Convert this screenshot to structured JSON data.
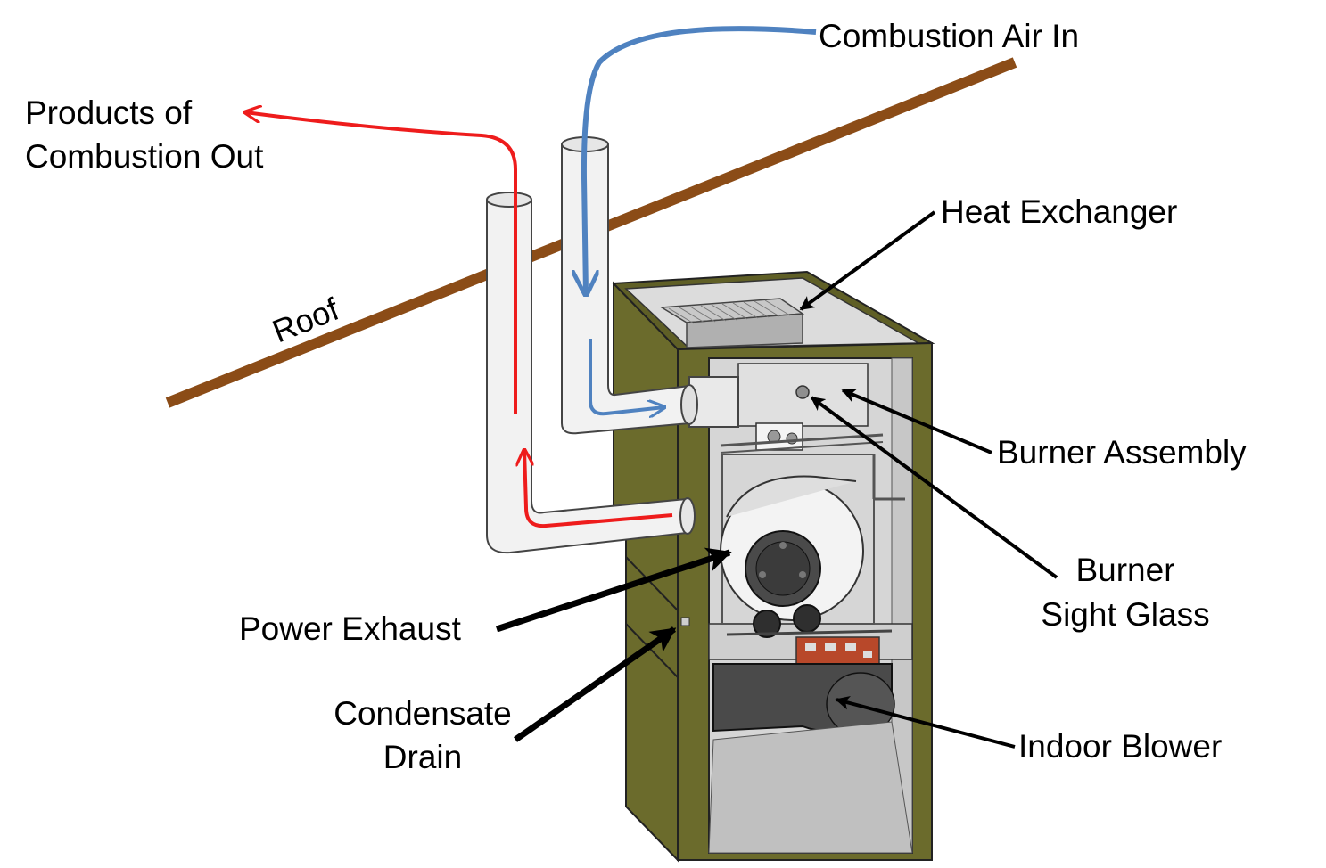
{
  "labels": {
    "combustion_air_in": "Combustion Air In",
    "products_line1": "Products of",
    "products_line2": "Combustion Out",
    "roof": "Roof",
    "heat_exchanger": "Heat Exchanger",
    "burner_assembly": "Burner Assembly",
    "burner_line1": "Burner",
    "burner_line2": "Sight Glass",
    "power_exhaust": "Power Exhaust",
    "condensate_line1": "Condensate",
    "condensate_line2": "Drain",
    "indoor_blower": "Indoor Blower"
  },
  "colors": {
    "roof": "#8B4C17",
    "exhaust_flow": "#ee1c1c",
    "intake_flow": "#4f82c0",
    "cabinet": "#6b6b2c",
    "cabinet_dark": "#4d4d1d",
    "pipe": "#f2f2f2",
    "interior": "#d9d9d9"
  },
  "icons": {
    "flow_arrow": "arrow-icon",
    "pointer": "pointer-arrow-icon"
  }
}
